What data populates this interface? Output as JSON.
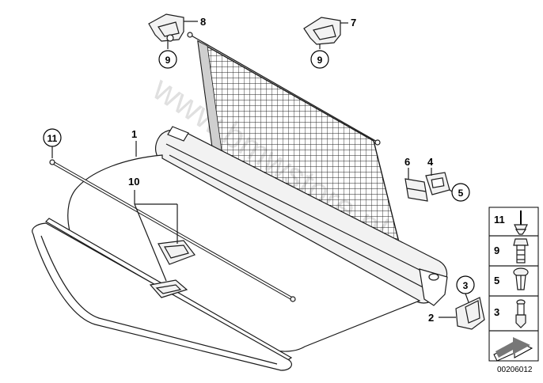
{
  "diagram": {
    "watermark": "www.bmwstore.pl",
    "diagram_code": "00206012",
    "part_labels": {
      "p1": "1",
      "p2": "2",
      "p3": "3",
      "p4": "4",
      "p5": "5",
      "p6": "6",
      "p7": "7",
      "p8": "8",
      "p9a": "9",
      "p9b": "9",
      "p10": "10",
      "p11": "11"
    },
    "legend": {
      "rows": [
        "11",
        "9",
        "5",
        "3"
      ]
    }
  }
}
